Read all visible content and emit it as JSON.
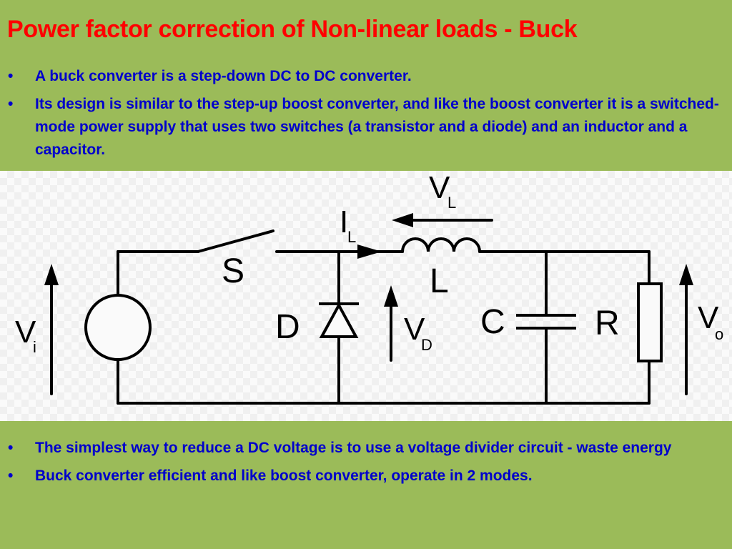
{
  "slide": {
    "title": "Power factor correction of Non-linear loads - Buck",
    "bullets_top": [
      "A buck converter is a step-down DC to DC converter.",
      "Its design is similar to the step-up boost converter, and like the boost converter it is a switched-mode power supply that uses two switches (a transistor and a diode) and an inductor and a capacitor."
    ],
    "bullets_bottom": [
      "The simplest way to reduce a DC voltage is to use a voltage divider circuit - waste energy",
      "Buck converter efficient and like boost converter, operate in 2 modes."
    ]
  },
  "diagram": {
    "labels": {
      "vl": "V",
      "vl_sub": "L",
      "il": "I",
      "il_sub": "L",
      "s": "S",
      "l": "L",
      "vi": "V",
      "vi_sub": "i",
      "d": "D",
      "vd": "V",
      "vd_sub": "D",
      "c": "C",
      "r": "R",
      "vo": "V",
      "vo_sub": "o"
    }
  },
  "colors": {
    "background": "#9bbb59",
    "title": "#ff0000",
    "body_text": "#0000cc"
  }
}
